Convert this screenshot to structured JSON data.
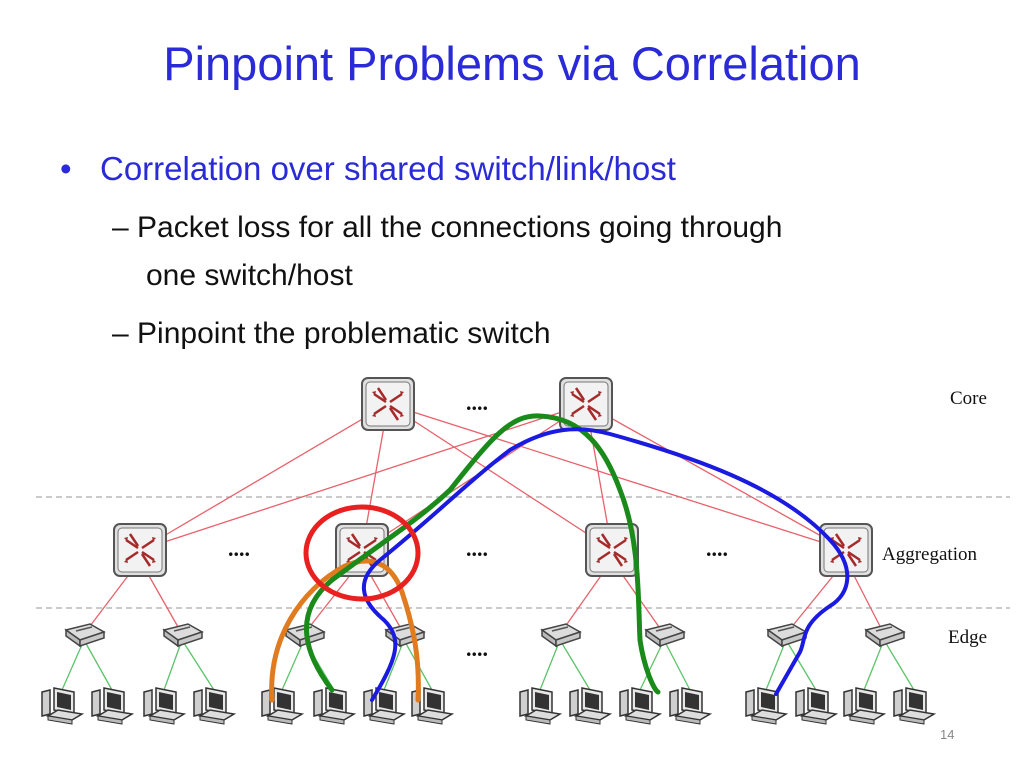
{
  "slide": {
    "title": "Pinpoint Problems via Correlation",
    "bullets": [
      {
        "text": "Correlation over shared switch/link/host",
        "subbullets": [
          "Packet loss for all the connections going through",
          "one switch/host",
          "Pinpoint the problematic switch"
        ]
      }
    ],
    "bullet_marker": "•",
    "sub_marker": "–",
    "page_number": "14"
  },
  "diagram": {
    "layers": [
      "Core",
      "Aggregation",
      "Edge"
    ],
    "ellipsis": "....",
    "colors": {
      "title": "#2a2ad8",
      "link": "#e8616b",
      "host_link": "#5cc36a",
      "highlight": "#e82020",
      "path_green": "#1a8a1a",
      "path_blue": "#1a1ae0",
      "path_orange": "#e07b20",
      "divider": "#aaaaaa"
    },
    "icons": {
      "core": "router-icon",
      "aggregation": "router-icon",
      "edge": "switch-icon",
      "host": "computer-icon"
    }
  }
}
